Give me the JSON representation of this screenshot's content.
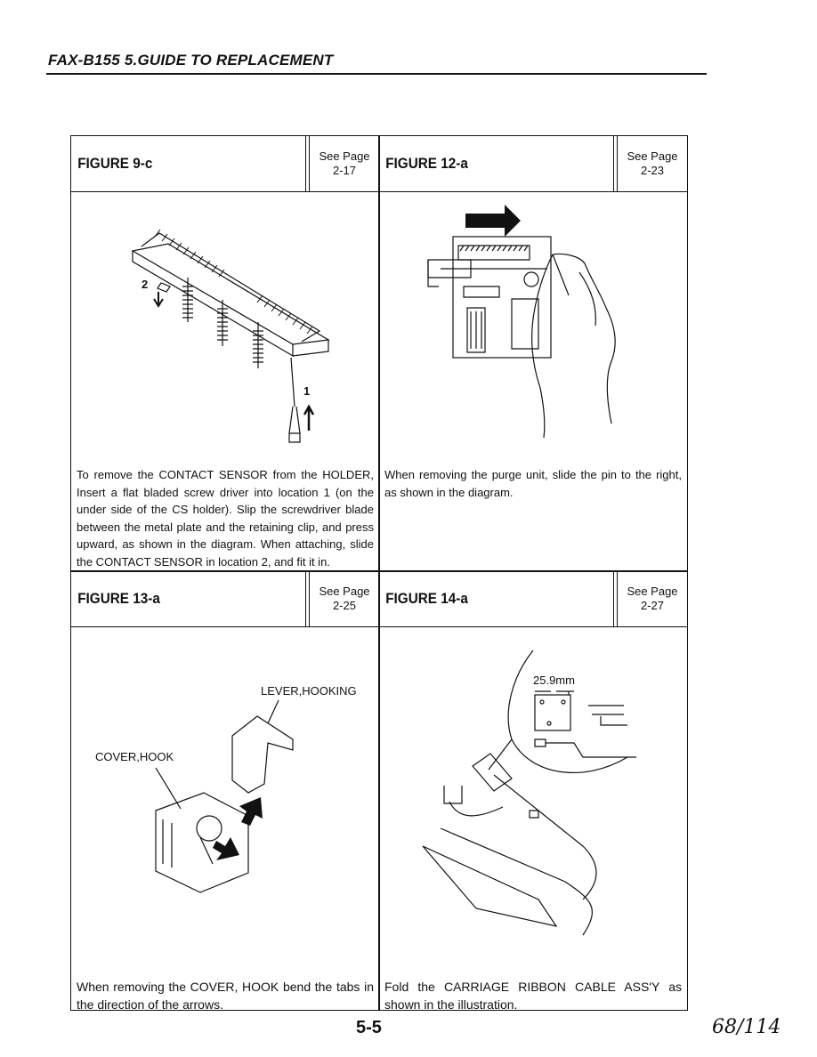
{
  "header": {
    "title": "FAX-B155  5.GUIDE TO REPLACEMENT"
  },
  "figures": [
    {
      "title": "FIGURE 9-c",
      "see_page_label": "See Page",
      "see_page_number": "2-17",
      "caption": "To remove the CONTACT SENSOR from the HOLDER, Insert a flat bladed screw driver into location 1 (on the under side of the CS holder). Slip the screwdriver blade between the metal plate and the retaining clip, and press upward, as shown in the diagram. When attaching, slide the CONTACT SENSOR in location 2, and fit it in.",
      "callouts": [
        "2",
        "1"
      ]
    },
    {
      "title": "FIGURE 12-a",
      "see_page_label": "See Page",
      "see_page_number": "2-23",
      "caption": "When removing the purge unit, slide the pin to the right, as shown in the diagram."
    },
    {
      "title": "FIGURE 13-a",
      "see_page_label": "See Page",
      "see_page_number": "2-25",
      "caption": "When removing the COVER, HOOK bend the tabs in the direction of the arrows.",
      "callouts": [
        "LEVER,HOOKING",
        "COVER,HOOK"
      ]
    },
    {
      "title": "FIGURE 14-a",
      "see_page_label": "See Page",
      "see_page_number": "2-27",
      "caption": "Fold the CARRIAGE RIBBON CABLE ASS'Y as shown in the illustration.",
      "callouts": [
        "25.9mm"
      ]
    }
  ],
  "footer": {
    "page_number": "5-5",
    "handwritten_note": "68/114"
  }
}
